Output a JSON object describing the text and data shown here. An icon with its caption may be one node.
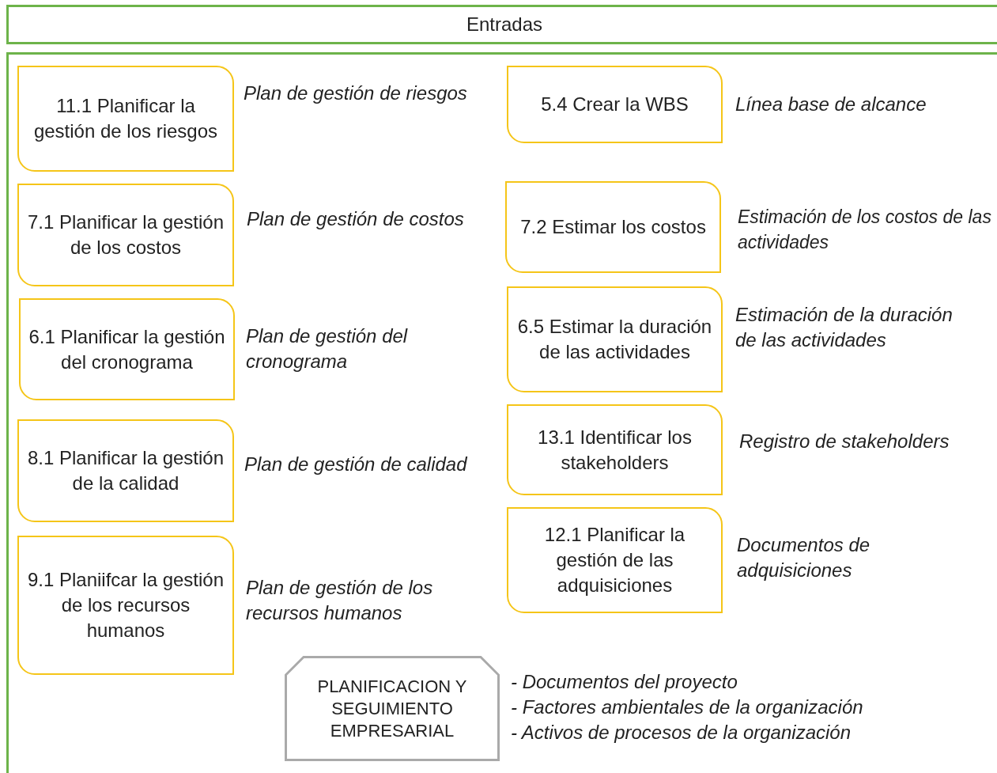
{
  "diagram": {
    "nodes": [
      {
        "text": [
          "Entradas"
        ]
      },
      {
        "text": [
          "11.1 Planificar la gestión de los riesgos"
        ],
        "beside": [
          "Plan de gestión de riesgos"
        ]
      },
      {
        "text": [
          "5.4 Crear la WBS"
        ],
        "beside": [
          "Línea base de alcance"
        ]
      },
      {
        "text": [
          "7.1 Planificar la gestión de los costos"
        ],
        "beside": [
          "Plan de gestión de costos"
        ]
      },
      {
        "text": [
          "7.2 Estimar los costos"
        ],
        "beside": [
          "Estimación de los costos de las actividades"
        ]
      },
      {
        "text": [
          "6.1 Planificar la gestión del cronograma"
        ],
        "beside": [
          "Plan de gestión del cronograma"
        ]
      },
      {
        "text": [
          "6.5 Estimar la duración de las actividades"
        ],
        "beside": [
          "Estimación de la duración de las actividades"
        ]
      },
      {
        "text": [
          "8.1 Planificar la gestión de la calidad"
        ],
        "beside": [
          "Plan de gestión de calidad"
        ]
      },
      {
        "text": [
          "13.1 Identificar los stakeholders"
        ],
        "beside": [
          "Registro de stakeholders"
        ]
      },
      {
        "text": [
          "9.1 Planiifcar la gestión de los recursos humanos"
        ],
        "beside": [
          "Plan de gestión de los recursos humanos"
        ]
      },
      {
        "text": [
          "12.1 Planificar la gestión de las adquisiciones"
        ],
        "beside": [
          "Documentos de adquisiciones"
        ]
      },
      {
        "text": [
          "PLANIFICACION Y SEGUIMIENTO EMPRESARIAL"
        ],
        "beside": [
          "- Documentos del proyecto",
          "- Factores ambientales de la organización",
          "- Activos de procesos de la organización"
        ]
      }
    ]
  }
}
